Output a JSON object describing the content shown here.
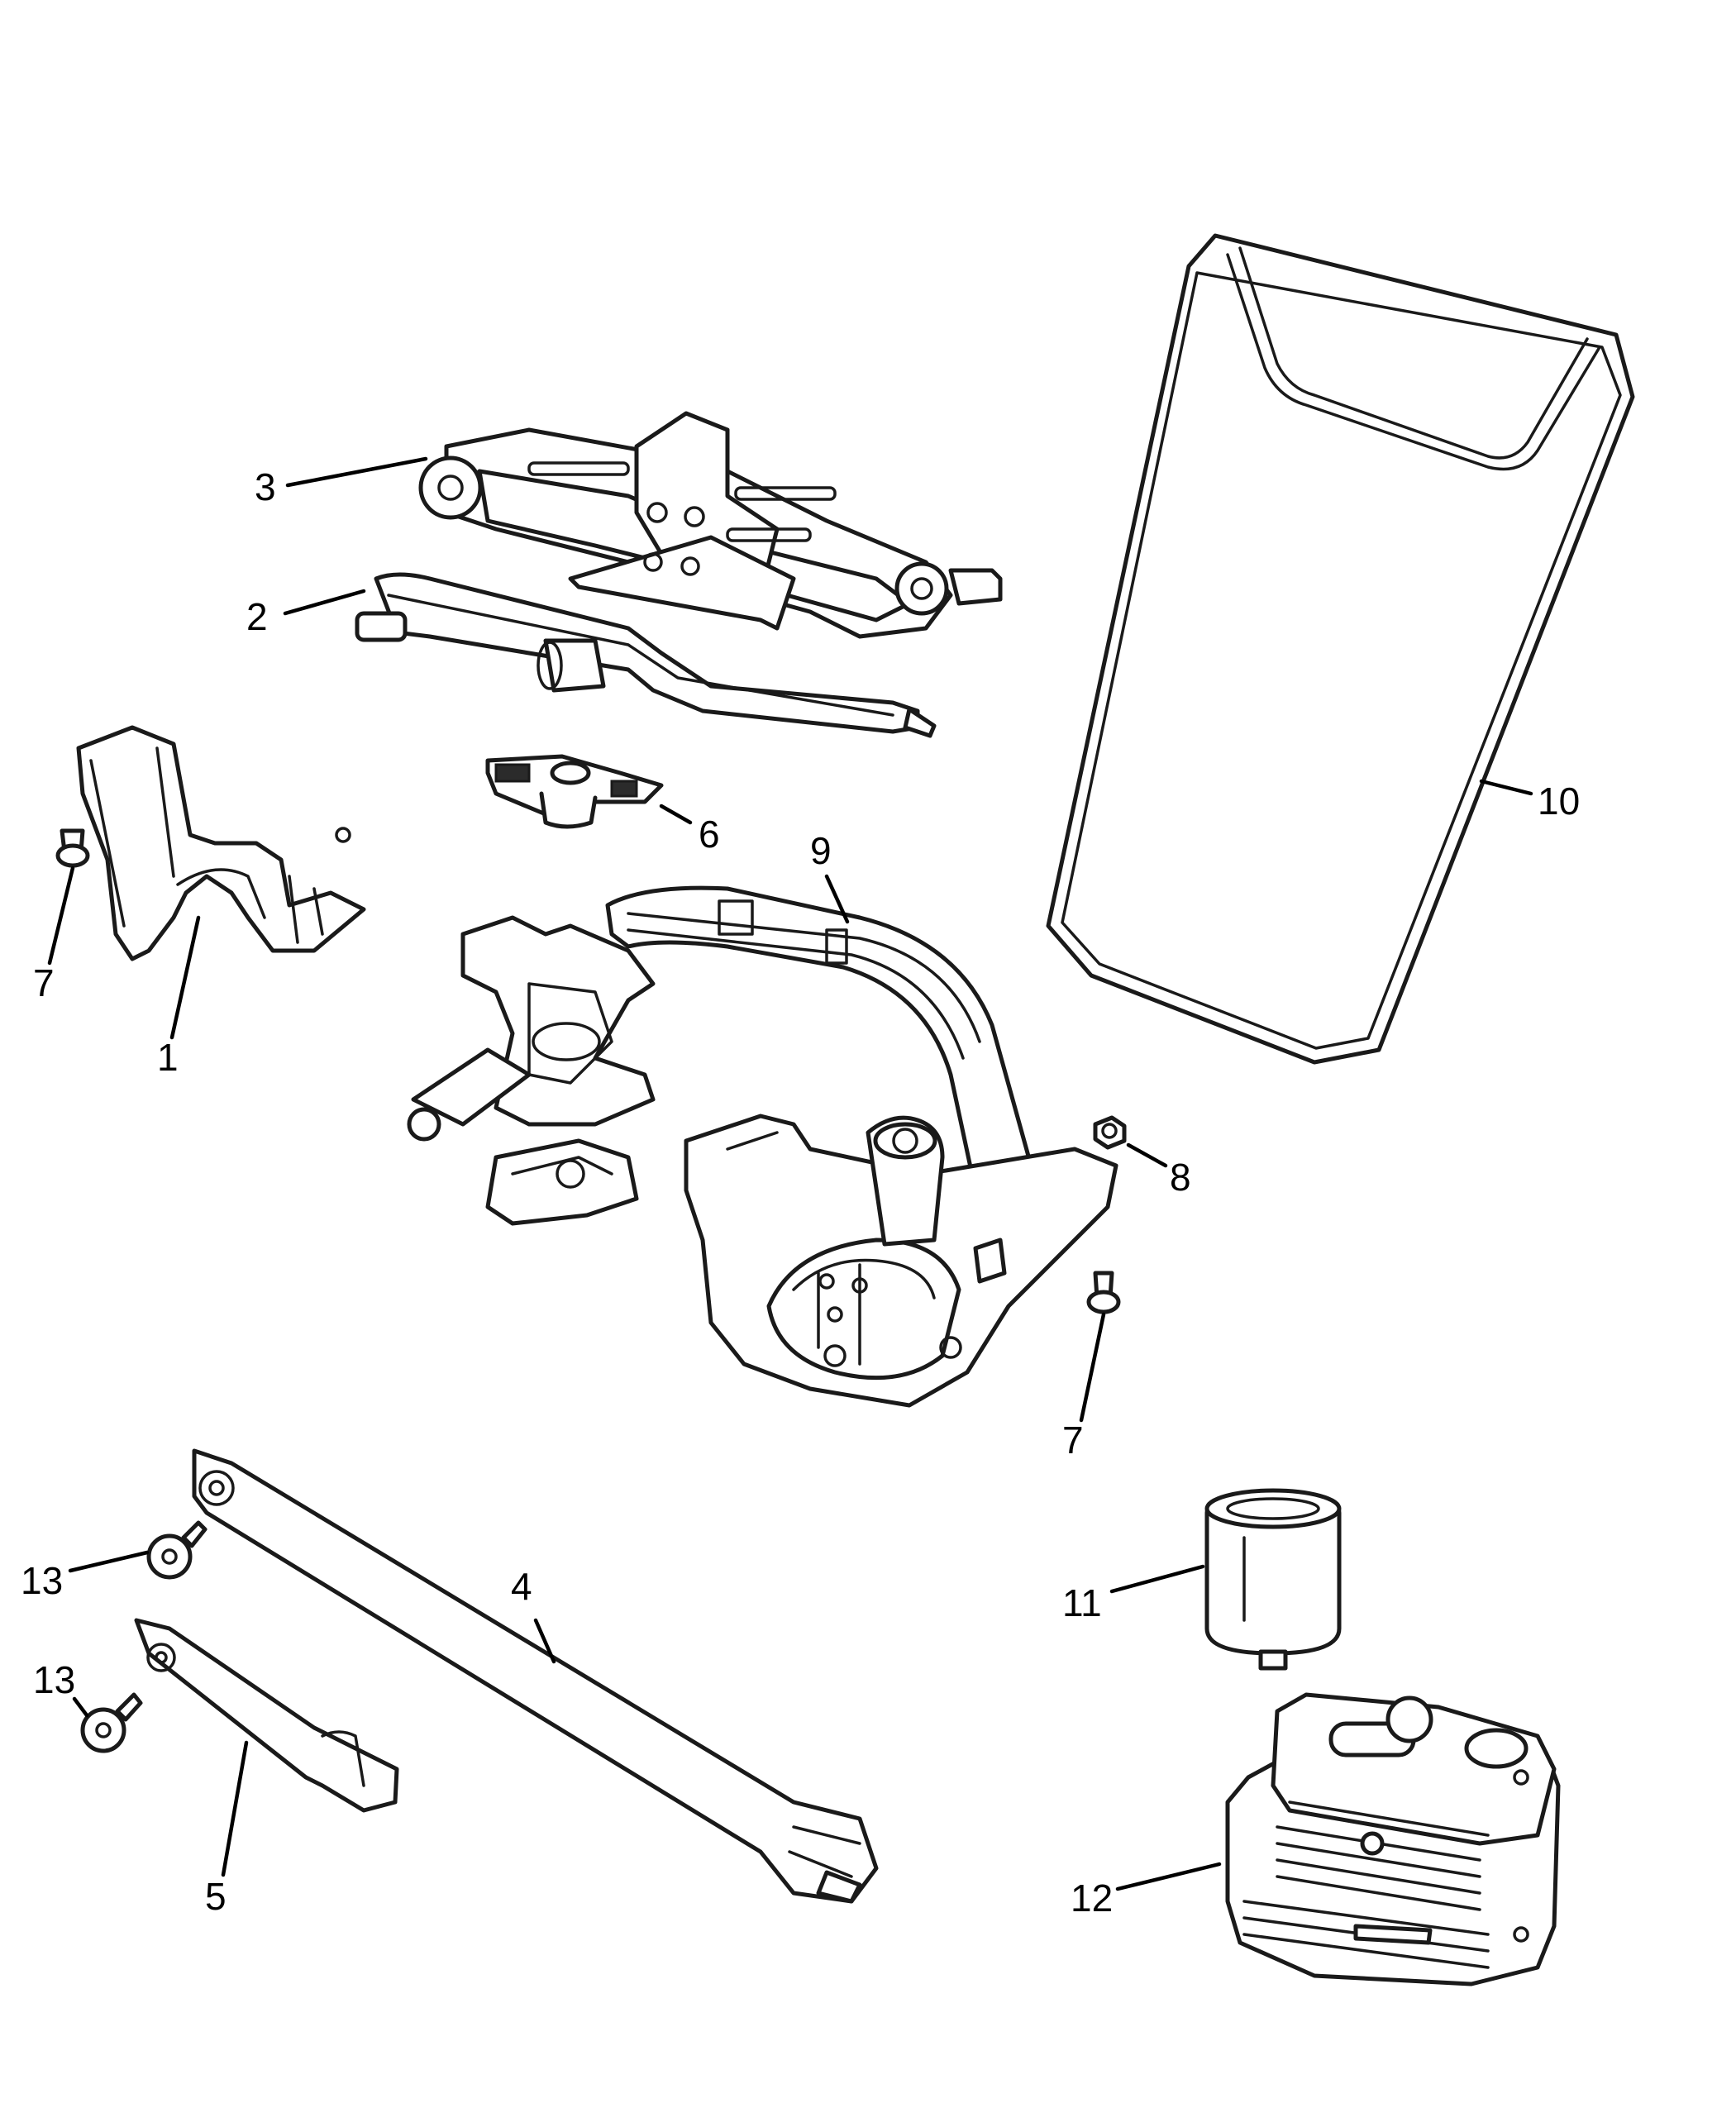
{
  "diagram": {
    "colors": {
      "line": "#1a1a1a",
      "background": "#ffffff"
    },
    "callouts": [
      {
        "id": "c1",
        "label": "1"
      },
      {
        "id": "c2",
        "label": "2"
      },
      {
        "id": "c3",
        "label": "3"
      },
      {
        "id": "c4",
        "label": "4"
      },
      {
        "id": "c5",
        "label": "5"
      },
      {
        "id": "c6",
        "label": "6"
      },
      {
        "id": "c7a",
        "label": "7"
      },
      {
        "id": "c7b",
        "label": "7"
      },
      {
        "id": "c8",
        "label": "8"
      },
      {
        "id": "c9",
        "label": "9"
      },
      {
        "id": "c10",
        "label": "10"
      },
      {
        "id": "c11",
        "label": "11"
      },
      {
        "id": "c12",
        "label": "12"
      },
      {
        "id": "c13a",
        "label": "13"
      },
      {
        "id": "c13b",
        "label": "13"
      }
    ]
  }
}
